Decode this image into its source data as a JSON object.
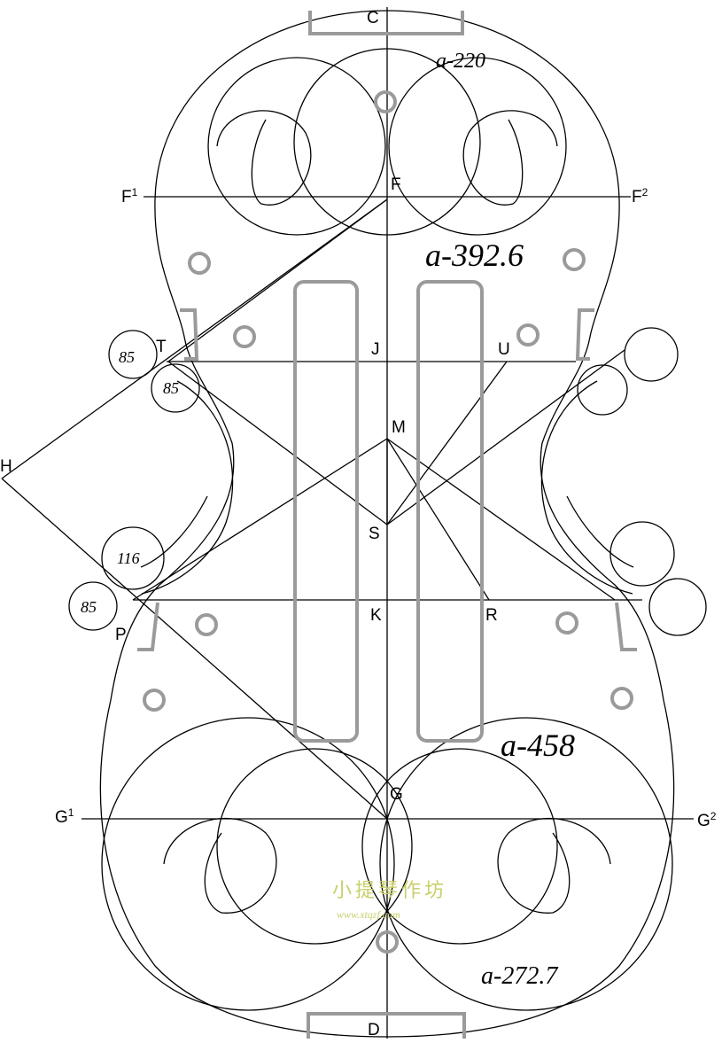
{
  "diagram": {
    "points": {
      "C": "C",
      "F": "F",
      "F1": "F",
      "F2": "F",
      "T": "T",
      "J": "J",
      "U": "U",
      "H": "H",
      "M": "M",
      "S": "S",
      "P": "P",
      "K": "K",
      "R": "R",
      "G": "G",
      "G1": "G",
      "G2": "G",
      "D": "D"
    },
    "superscripts": {
      "one": "1",
      "two": "2"
    },
    "arc_labels": {
      "upper": "a-220",
      "upper_middle": "a-392.6",
      "lower_middle": "a-458",
      "lower": "a-272.7"
    },
    "circle_numbers": {
      "t_left": "85",
      "t_below": "85",
      "p_upper": "116",
      "p_left": "85"
    },
    "watermark": {
      "title": "小提琴作坊",
      "url": "www.xtqzf.com"
    },
    "colors": {
      "lines": "#000000",
      "template_marks": "#9a9a9a",
      "watermark": "#c9cf6a"
    }
  }
}
